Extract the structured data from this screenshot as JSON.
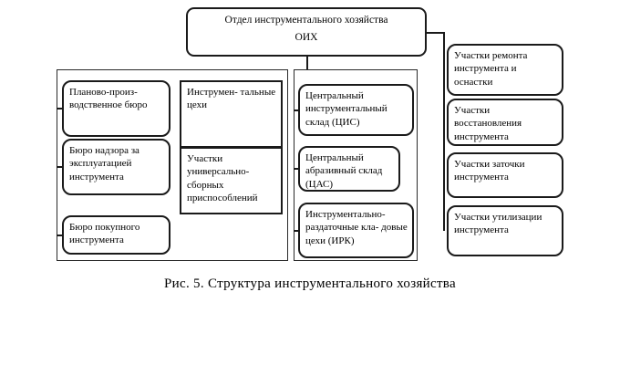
{
  "colors": {
    "border": "#1a1a1a",
    "background": "#ffffff"
  },
  "root_box": {
    "title": "Отдел  инструментального хозяйства",
    "abbr": "ОИХ"
  },
  "left_column": {
    "boxes": [
      {
        "label": "Планово-произ- водственное бюро"
      },
      {
        "label": "Бюро надзора за эксплуатацией инструмента"
      },
      {
        "label": "Бюро покупного инструмента"
      }
    ]
  },
  "middle_column": {
    "boxes": [
      {
        "label": "Инструмен- тальные цехи"
      },
      {
        "label": "Участки универсально- сборных приспособлений"
      }
    ]
  },
  "warehouse_column": {
    "boxes": [
      {
        "label": "Центральный инструментальный склад (ЦИС)"
      },
      {
        "label": "Центральный абразивный склад (ЦАС)"
      },
      {
        "label": "Инструментально- раздаточные кла- довые цехи (ИРК)"
      }
    ]
  },
  "right_column": {
    "boxes": [
      {
        "label": "Участки ремонта инструмента и оснастки"
      },
      {
        "label": "Участки восстановления инструмента"
      },
      {
        "label": "Участки заточки инструмента"
      },
      {
        "label": "Участки утилизации инструмента"
      }
    ]
  },
  "caption": "Рис. 5.  Структура инструментального хозяйства"
}
